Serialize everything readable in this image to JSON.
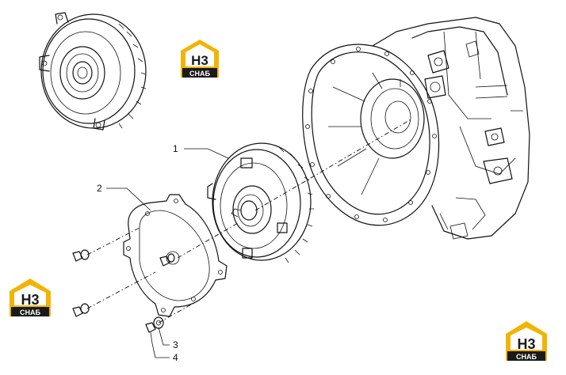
{
  "callouts": [
    {
      "id": "1",
      "label": "1"
    },
    {
      "id": "2",
      "label": "2"
    },
    {
      "id": "3",
      "label": "3"
    },
    {
      "id": "4",
      "label": "4"
    }
  ],
  "watermark": {
    "main": "H3",
    "sub": "CHAБ",
    "accent_color": "#f2b400",
    "dark_color": "#1a1a1a"
  }
}
